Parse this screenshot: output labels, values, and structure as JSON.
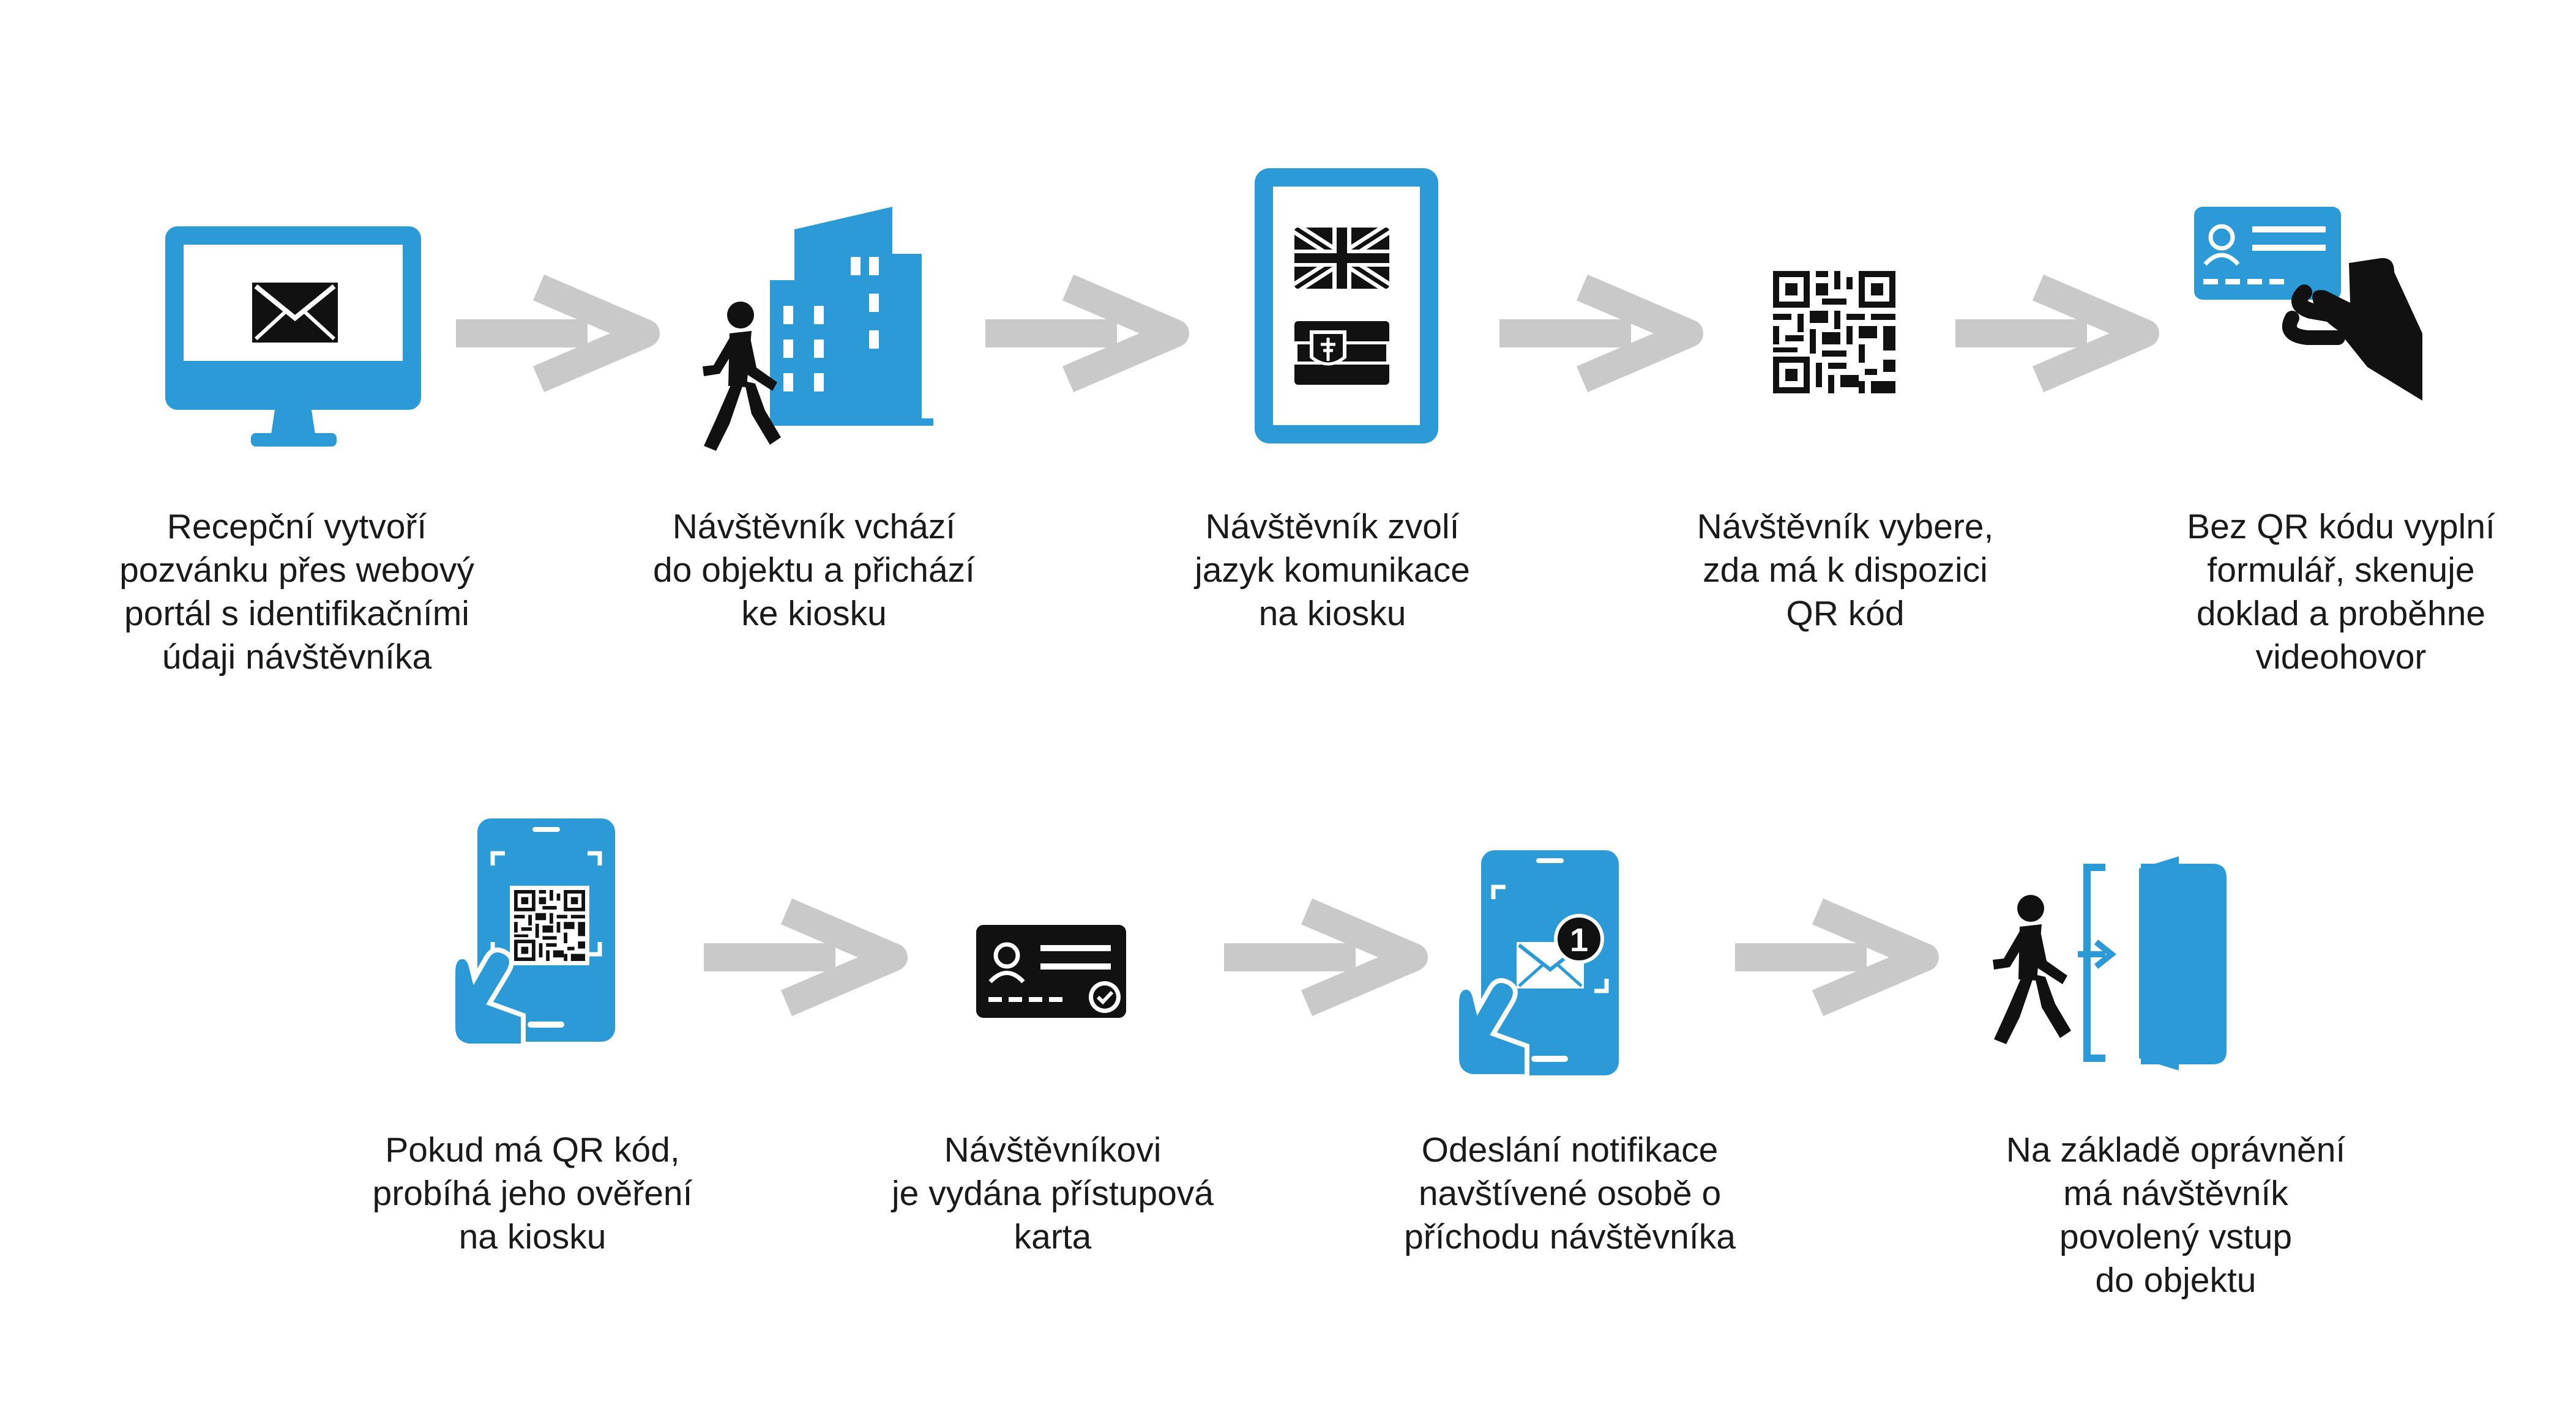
{
  "colors": {
    "blue": "#2b9ad6",
    "black": "#111111",
    "arrow": "#c9c9c9",
    "text": "#1a1a1a"
  },
  "steps": [
    {
      "icon": "monitor-email-icon",
      "caption": "Recepční vytvoří\npozvánku přes webový\nportál s identifikačními\núdaji návštěvníka"
    },
    {
      "icon": "person-walking-to-building-icon",
      "caption": "Návštěvník vchází\ndo objektu a přichází\nke kiosku"
    },
    {
      "icon": "tablet-language-flags-icon",
      "caption": "Návštěvník zvolí\njazyk komunikace\nna kiosku"
    },
    {
      "icon": "qr-code-icon",
      "caption": "Návštěvník vybere,\nzda má k dispozici\nQR kód"
    },
    {
      "icon": "hand-holding-id-card-icon",
      "caption": "Bez QR kódu vyplní\nformulář, skenuje\ndoklad a proběhne\nvideohovor"
    },
    {
      "icon": "hand-holding-phone-qr-icon",
      "caption": "Pokud má QR kód,\nprobíhá jeho ověření\nna kiosku"
    },
    {
      "icon": "access-card-check-icon",
      "caption": "Návštěvníkovi\nje vydána přístupová\nkarta"
    },
    {
      "icon": "phone-notification-icon",
      "caption": "Odeslání notifikace\nnavštívené osobě o\npříchodu návštěvníka"
    },
    {
      "icon": "person-entering-door-icon",
      "caption": "Na základě oprávnění\nmá návštěvník\npovolený vstup\ndo objektu"
    }
  ],
  "badge_count": "1"
}
